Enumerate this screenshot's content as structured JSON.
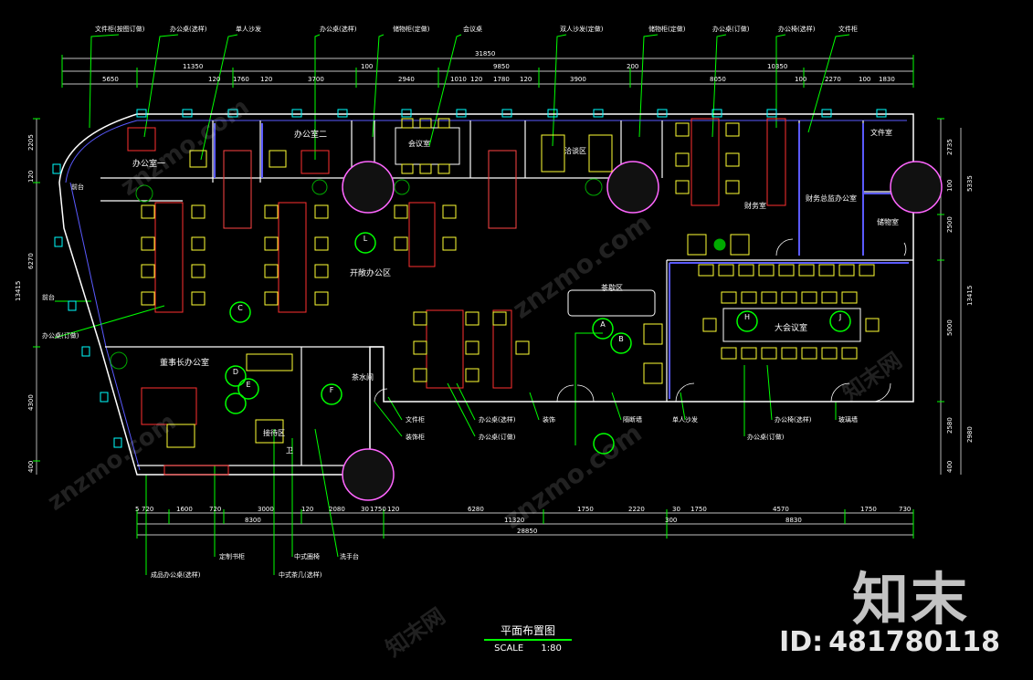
{
  "drawing": {
    "title": "平面布置图",
    "scale_label": "SCALE",
    "scale_value": "1:80"
  },
  "top_callouts": [
    "文件柜(按图订做)",
    "办公桌(选样)",
    "单人沙发",
    "办公桌(选样)",
    "储物柜(定做)",
    "会议桌",
    "双人沙发(定做)",
    "储物柜(定做)",
    "办公桌(订做)",
    "办公椅(选样)",
    "文件柜"
  ],
  "left_callouts": [
    "前台",
    "办公桌(订做)"
  ],
  "bottom_callouts_left": [
    "成品办公桌(选样)",
    "定制书柜",
    "中式茶几(选样)",
    "中式圈椅",
    "洗手台"
  ],
  "bottom_callouts_right": [
    "文件柜",
    "装饰柜",
    "办公桌(选样)",
    "办公桌(订做)",
    "装饰",
    "隔断墙",
    "单人沙发",
    "办公桌(订做)",
    "办公椅(选样)",
    "玻璃墙"
  ],
  "rooms": {
    "office1": "办公室一",
    "office2": "办公室二",
    "meeting_room": "会议室",
    "reception_area": "洽谈区",
    "finance": "财务室",
    "finance_director": "财务总监办公室",
    "file_room": "文件室",
    "storage": "储物室",
    "open_office": "开敞办公区",
    "front_desk": "前台",
    "chairman": "董事长办公室",
    "tea_room": "茶水间",
    "reception": "接待区",
    "conference": "大会议室",
    "tea_break": "茶歇区",
    "restroom": "卫"
  },
  "markers": [
    "A",
    "B",
    "C",
    "D",
    "E",
    "F",
    "H",
    "J",
    "L"
  ],
  "dims_top_total": "31850",
  "dims_top_mid": [
    "11350",
    "100",
    "9850",
    "200",
    "10350"
  ],
  "dims_top_detail": [
    "5650",
    "120",
    "1760",
    "120",
    "3700",
    "2940",
    "1010",
    "120",
    "1780",
    "120",
    "3900",
    "8050",
    "100",
    "2270",
    "100",
    "1830"
  ],
  "dims_bottom_detail": [
    "5",
    "720",
    "1600",
    "720",
    "3000",
    "120",
    "2080",
    "30",
    "1750",
    "120",
    "6280",
    "1750",
    "2220",
    "30",
    "1750",
    "4570",
    "1750",
    "730"
  ],
  "dims_bottom_mid": [
    "8300",
    "11320",
    "300",
    "8830"
  ],
  "dims_bottom_total": "28850",
  "dims_left": [
    "2205",
    "120",
    "6270",
    "13415",
    "4300",
    "400"
  ],
  "dims_right": [
    "2735",
    "100",
    "5335",
    "2500",
    "5000",
    "13415",
    "2580",
    "2980",
    "400"
  ],
  "watermark": {
    "brand": "知末",
    "id_label": "ID:",
    "id_value": "481780118",
    "site": "znzmo.com",
    "site_cn": "知末网"
  }
}
